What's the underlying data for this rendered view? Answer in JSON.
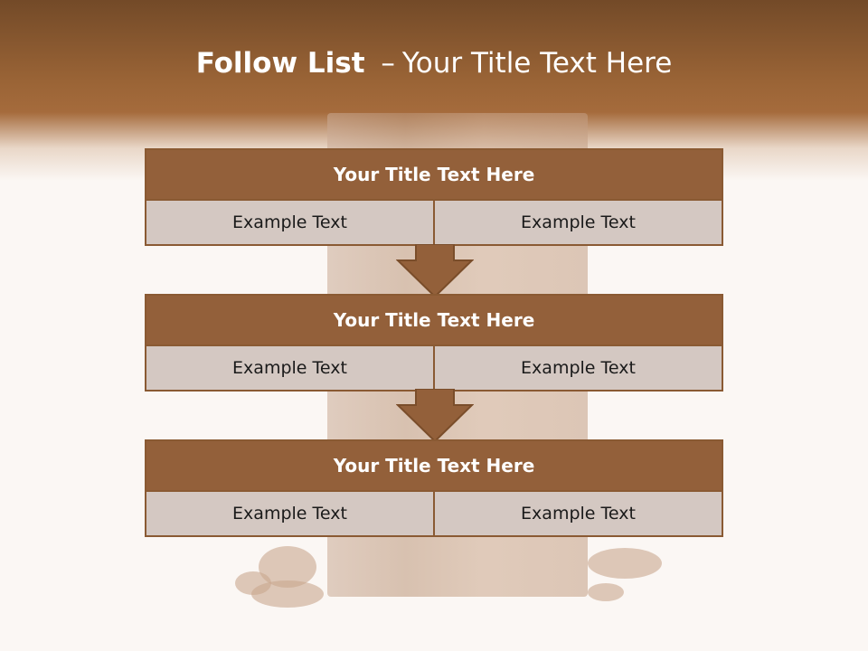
{
  "slide": {
    "title_bold": "Follow List",
    "title_dash": "–",
    "title_rest": "Your Title Text Here"
  },
  "blocks": [
    {
      "title": "Your Title Text Here",
      "cells": [
        "Example Text",
        "Example Text"
      ]
    },
    {
      "title": "Your Title Text Here",
      "cells": [
        "Example Text",
        "Example Text"
      ]
    },
    {
      "title": "Your Title Text Here",
      "cells": [
        "Example Text",
        "Example Text"
      ]
    }
  ],
  "colors": {
    "header_brown": "#9a6436",
    "block_title_bg": "#93603a",
    "block_body_bg": "#d4c8c2",
    "border": "#8a5a33"
  }
}
